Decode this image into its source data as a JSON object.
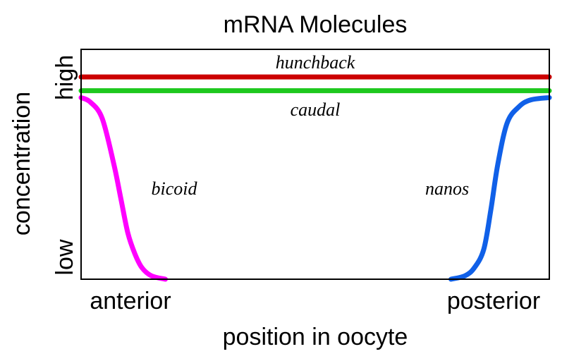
{
  "chart_data": {
    "type": "line",
    "title": "mRNA Molecules",
    "xlabel": "position in oocyte",
    "ylabel": "concentration",
    "x_ticks": [
      "anterior",
      "posterior"
    ],
    "y_ticks": [
      "low",
      "high"
    ],
    "xlim": [
      0,
      1
    ],
    "ylim": [
      0,
      1
    ],
    "grid": false,
    "series": [
      {
        "name": "hunchback",
        "color": "#cc0000",
        "x": [
          0,
          1
        ],
        "y": [
          0.88,
          0.88
        ]
      },
      {
        "name": "caudal",
        "color": "#1ec81e",
        "x": [
          0,
          1
        ],
        "y": [
          0.82,
          0.82
        ]
      },
      {
        "name": "bicoid",
        "color": "#ff00ff",
        "x": [
          0.0,
          0.02,
          0.045,
          0.07,
          0.085,
          0.1,
          0.115,
          0.13,
          0.15,
          0.18
        ],
        "y": [
          0.79,
          0.77,
          0.7,
          0.5,
          0.35,
          0.2,
          0.11,
          0.05,
          0.015,
          0.0
        ]
      },
      {
        "name": "nanos",
        "color": "#1060e8",
        "x": [
          0.79,
          0.82,
          0.84,
          0.86,
          0.875,
          0.89,
          0.91,
          0.935,
          0.96,
          1.0
        ],
        "y": [
          0.0,
          0.015,
          0.05,
          0.13,
          0.3,
          0.5,
          0.68,
          0.75,
          0.78,
          0.79
        ]
      }
    ]
  }
}
